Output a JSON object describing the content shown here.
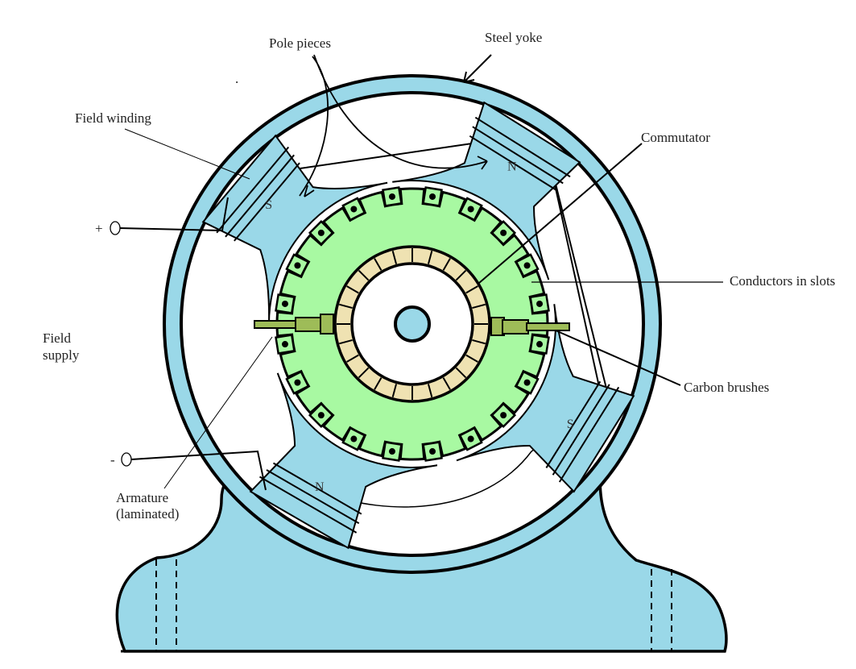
{
  "title": "DC machine cross-section",
  "colors": {
    "yoke": "#9ad8e8",
    "armature": "#a8f9a2",
    "commutator": "#efe2b2",
    "brush": "#9ebc58",
    "shaft": "#9ad8e8",
    "outline": "#000000"
  },
  "labels": {
    "pole_pieces": "Pole pieces",
    "steel_yoke": "Steel yoke",
    "field_winding": "Field winding",
    "commutator": "Commutator",
    "conductors_in_slots": "Conductors in slots",
    "field_supply_line1": "Field",
    "field_supply_line2": "supply",
    "carbon_brushes": "Carbon brushes",
    "armature_line1": "Armature",
    "armature_line2": "(laminated)",
    "plus_terminal": "+",
    "minus_terminal": "-"
  },
  "poles": [
    {
      "id": "top-left",
      "polarity": "S"
    },
    {
      "id": "top-right",
      "polarity": "N"
    },
    {
      "id": "bottom-right",
      "polarity": "S"
    },
    {
      "id": "bottom-left",
      "polarity": "N"
    }
  ],
  "armature": {
    "slot_count": 20
  },
  "commutator": {
    "segment_count": 24
  }
}
